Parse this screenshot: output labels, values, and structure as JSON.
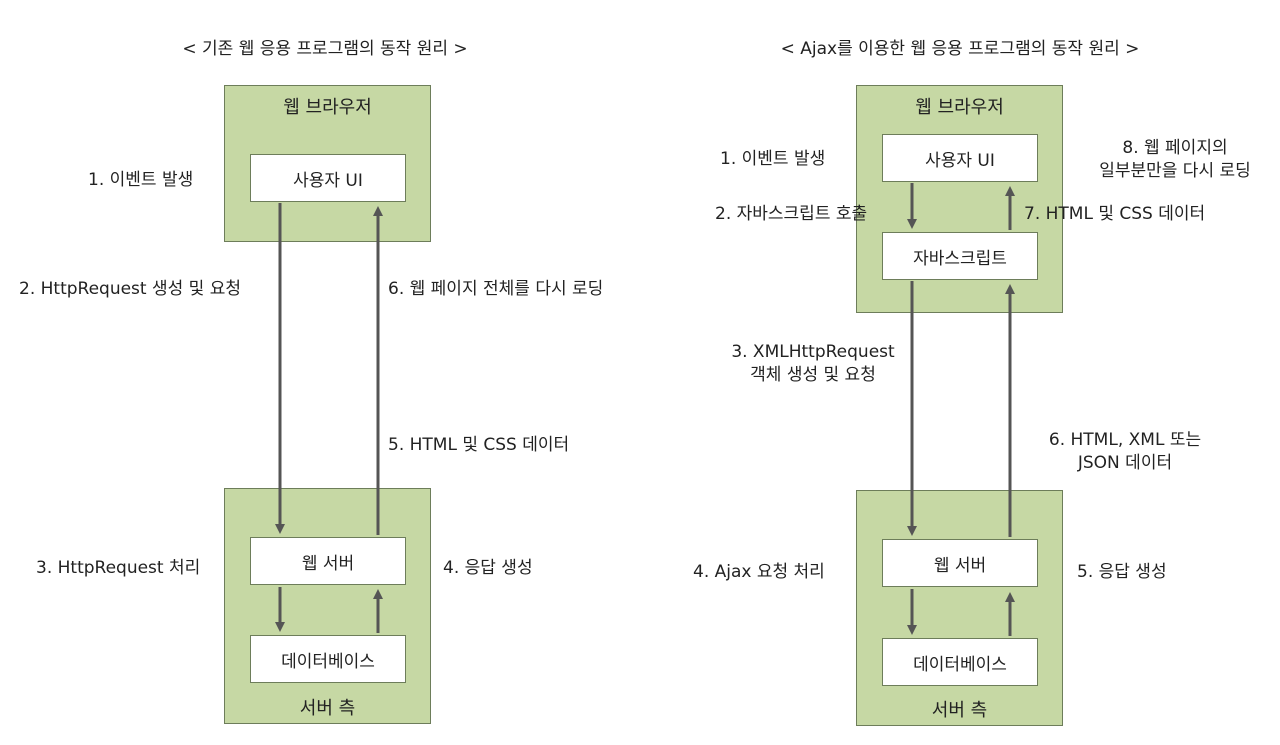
{
  "left": {
    "title": "< 기존 웹 응용 프로그램의 동작 원리 >",
    "browser_box": "웹 브라우저",
    "user_ui": "사용자 UI",
    "server_box": "서버 측",
    "web_server": "웹 서버",
    "database": "데이터베이스",
    "labels": {
      "event": "1. 이벤트 발생",
      "request": "2. HttpRequest 생성 및 요청",
      "process": "3. HttpRequest 처리",
      "response": "4. 응답 생성",
      "data": "5. HTML 및 CSS 데이터",
      "reload": "6. 웹 페이지 전체를 다시 로딩"
    }
  },
  "right": {
    "title": "< Ajax를 이용한 웹 응용 프로그램의 동작 원리 >",
    "browser_box": "웹 브라우저",
    "user_ui": "사용자 UI",
    "javascript": "자바스크립트",
    "server_box": "서버 측",
    "web_server": "웹 서버",
    "database": "데이터베이스",
    "labels": {
      "event": "1. 이벤트 발생",
      "js_call": "2. 자바스크립트 호출",
      "xhr_line1": "3. XMLHttpRequest",
      "xhr_line2": "객체 생성 및 요청",
      "process": "4. Ajax 요청 처리",
      "response": "5. 응답 생성",
      "data_line1": "6. HTML, XML 또는",
      "data_line2": "JSON 데이터",
      "css_data": "7. HTML 및 CSS 데이터",
      "partial_line1": "8. 웹 페이지의",
      "partial_line2": "일부분만을 다시 로딩"
    }
  }
}
